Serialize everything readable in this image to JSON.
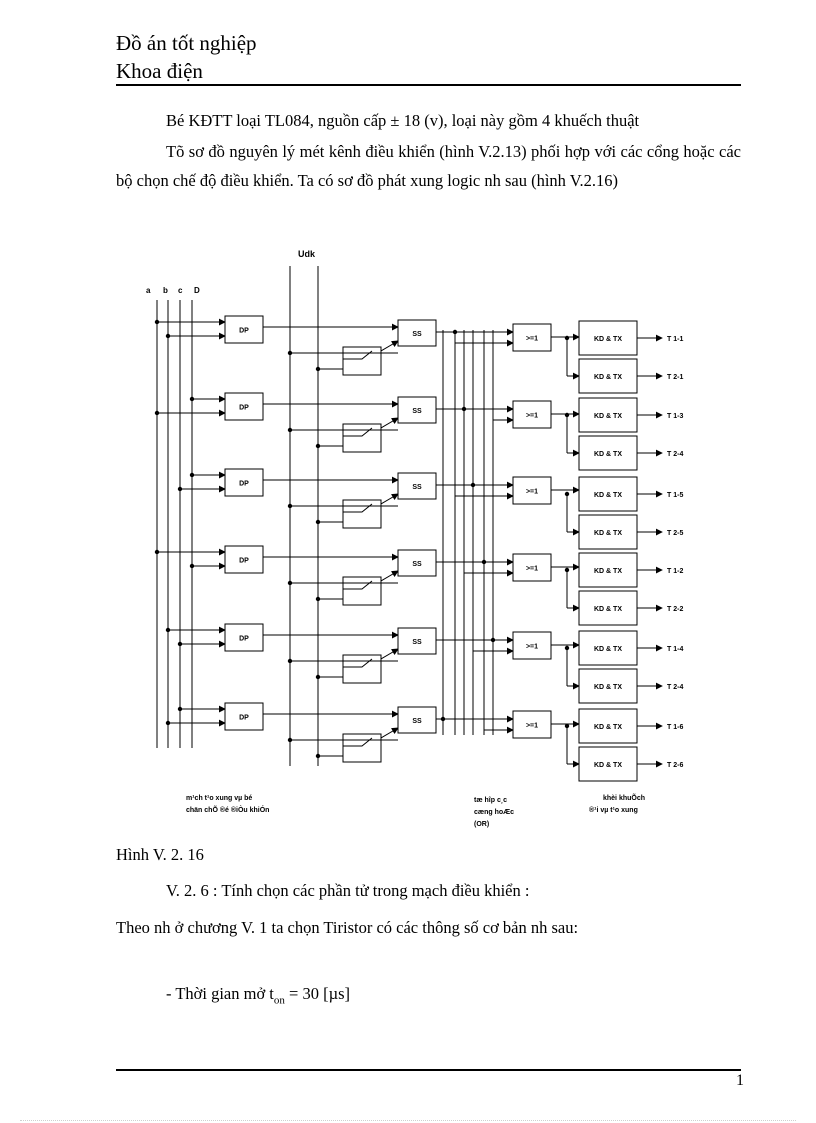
{
  "header": {
    "line1": "Đồ án tốt nghiệp",
    "line2": "Khoa điện"
  },
  "body": {
    "p1": "Bé KĐTT loại TL084, nguồn cấp  ± 18 (v), loại này gồm 4 khuếch thuật",
    "p2": "Tõ sơ đồ nguyên lý mét kênh điều khiển (hình V.2.13) phối hợp với các cổng hoặc các bộ chọn chế độ điều khiển. Ta có sơ đồ phát xung logic nh  sau (hình V.2.16)"
  },
  "diagram": {
    "udk": "Udk",
    "inputs": [
      "a",
      "b",
      "c",
      "D"
    ],
    "dp": "DP",
    "ss": "SS",
    "or": ">=1",
    "kd": "KD & TX",
    "outputs": [
      "T 1-1",
      "T 2-1",
      "T 1-3",
      "T 2-4",
      "T 1-5",
      "T 2-5",
      "T 1-2",
      "T 2-2",
      "T 1-4",
      "T 2-4",
      "T 1-6",
      "T 2-6"
    ],
    "note_left": [
      "m¹ch t¹o xung vµ bé",
      "chän chÕ ®é ®iÒu khiÓn"
    ],
    "note_mid": [
      "tæ hîp c¸c",
      "cæng hoÆc",
      "(OR)"
    ],
    "note_right": [
      "khèi khuÕch",
      "®¹i vµ t¹o xung"
    ]
  },
  "figure_caption": "Hình V. 2. 16",
  "section": "V. 2. 6 : Tính chọn các phần tử trong mạch điều khiển :",
  "p3": "Theo nh   ở chương V. 1 ta chọn Tiristor có các thông số cơ bản          nh sau:",
  "bullet_prefix": "- Thời gian mở t",
  "bullet_sub": "on",
  "bullet_suffix": " = 30 [µs]",
  "page_number": "1"
}
